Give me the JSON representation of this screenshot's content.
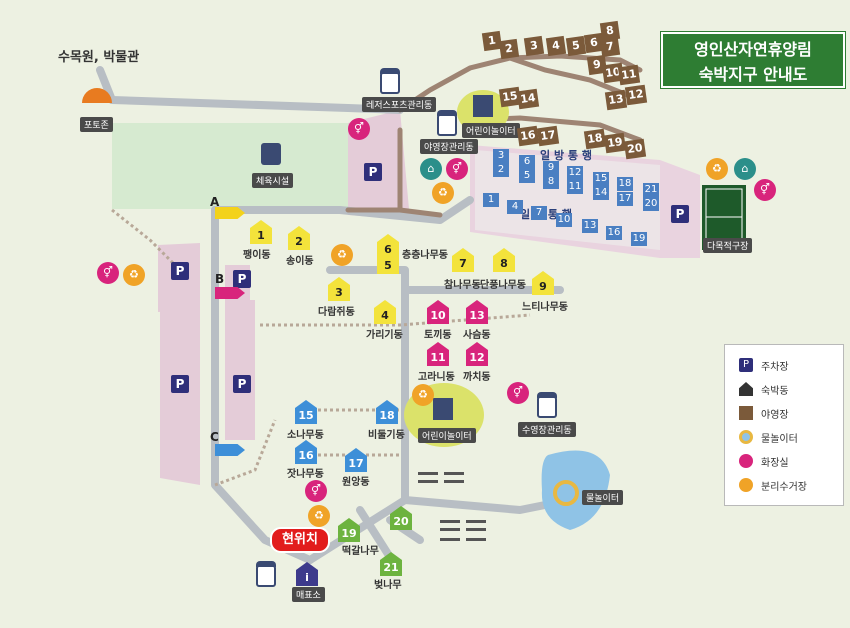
{
  "title": {
    "line1": "영인산자연휴양림",
    "line2": "숙박지구 안내도"
  },
  "places": {
    "arboretum": "수목원, 박물관",
    "photozone": "포토존",
    "gym": "체육시설",
    "leisure": "레저스포츠관리동",
    "camp_office": "야영장관리동",
    "playground_top": "어린이놀이터",
    "playground_mid": "어린이놀이터",
    "swim_office": "수영장관리동",
    "pool": "물놀이터",
    "field": "다목적구장",
    "shop": "매표소",
    "you_are_here": "현위치",
    "row_top": "일 방 통 행",
    "row_bottom": "일 방 통 행"
  },
  "markers": {
    "a": "A",
    "b": "B",
    "c": "C",
    "parking": "P",
    "info": "i"
  },
  "houses": [
    {
      "n": "1",
      "label": "팽이동"
    },
    {
      "n": "2",
      "label": "송이동"
    },
    {
      "n": "3",
      "label": "다람쥐동"
    },
    {
      "n": "4",
      "label": "가리기동"
    },
    {
      "n": "6",
      "label": ""
    },
    {
      "n": "5",
      "label": "층층나무동"
    },
    {
      "n": "7",
      "label": "참나무동"
    },
    {
      "n": "8",
      "label": "단풍나무동"
    },
    {
      "n": "9",
      "label": "느티나무동"
    },
    {
      "n": "10",
      "label": "토끼동"
    },
    {
      "n": "13",
      "label": "사슴동"
    },
    {
      "n": "11",
      "label": "고라니동"
    },
    {
      "n": "12",
      "label": "까치동"
    },
    {
      "n": "15",
      "label": "소나무동"
    },
    {
      "n": "18",
      "label": "비둘기동"
    },
    {
      "n": "16",
      "label": "잣나무동"
    },
    {
      "n": "17",
      "label": "원앙동"
    },
    {
      "n": "19",
      "label": "떡갈나무"
    },
    {
      "n": "20",
      "label": ""
    },
    {
      "n": "21",
      "label": "벚나무"
    }
  ],
  "cabins": [
    "1",
    "2",
    "3",
    "4",
    "5",
    "6",
    "7",
    "8",
    "9",
    "10",
    "11",
    "12",
    "13",
    "14",
    "15",
    "16",
    "17",
    "18",
    "19",
    "20"
  ],
  "rooms": [
    "3",
    "6",
    "9",
    "12",
    "15",
    "18",
    "21",
    "2",
    "5",
    "8",
    "11",
    "14",
    "17",
    "20",
    "1",
    "4",
    "7",
    "10",
    "13",
    "16",
    "19"
  ],
  "legend": {
    "parking": "주차장",
    "lodging": "숙박동",
    "campsite": "야영장",
    "water_play": "물놀이터",
    "toilet": "화장실",
    "recycling": "분리수거장"
  },
  "colors": {
    "green_title": "#2e7d33",
    "road": "#b8bec4",
    "lot": "#e4ccd8",
    "grass": "#d6ead0",
    "pink": "#d8247c",
    "yellow": "#f3e33b",
    "blue": "#3d8fd8",
    "lime": "#6db33f"
  }
}
